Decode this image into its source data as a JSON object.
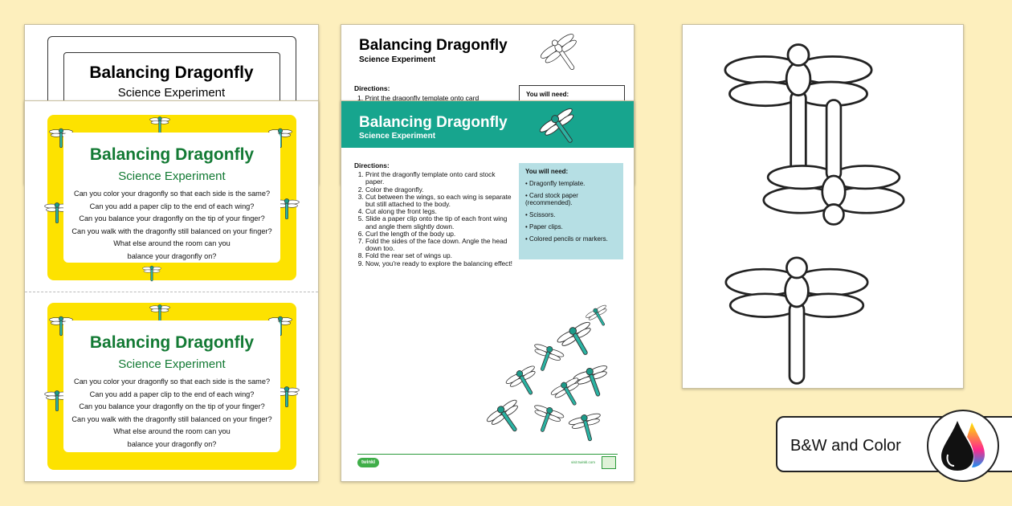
{
  "left_set": {
    "back_card": {
      "title": "Balancing Dragonfly",
      "subtitle": "Science Experiment"
    },
    "cards": [
      {
        "title": "Balancing Dragonfly",
        "subtitle": "Science Experiment",
        "questions": [
          "Can you color your dragonfly so that each side is the same?",
          "Can you add a paper clip to the end of each wing?",
          "Can you balance your dragonfly on the tip of your finger?",
          "Can you walk with the dragonfly still balanced on your finger?",
          "What else around the room can you balance your dragonfly on?"
        ]
      },
      {
        "title": "Balancing Dragonfly",
        "subtitle": "Science Experiment",
        "questions": [
          "Can you color your dragonfly so that each side is the same?",
          "Can you add a paper clip to the end of each wing?",
          "Can you balance your dragonfly on the tip of your finger?",
          "Can you walk with the dragonfly still balanced on your finger?",
          "What else around the room can you balance your dragonfly on?"
        ]
      }
    ],
    "card_color": "#fde200",
    "title_color": "#137a34"
  },
  "middle_set": {
    "back_page": {
      "title": "Balancing Dragonfly",
      "subtitle": "Science Experiment",
      "directions_label": "Directions:",
      "first_step": "1. Print the dragonfly template onto card",
      "need_label": "You will need:"
    },
    "front_page": {
      "title": "Balancing Dragonfly",
      "subtitle": "Science Experiment",
      "banner_color": "#17a58e",
      "directions_label": "Directions:",
      "steps": [
        "Print the dragonfly template onto card stock paper.",
        "Color the dragonfly.",
        "Cut between the wings, so each wing is separate but still attached to the body.",
        "Cut along the front legs.",
        "Slide a paper clip onto the tip of each front wing and angle them slightly down.",
        "Curl the length of the body up.",
        "Fold the sides of the face down. Angle the head down too.",
        "Fold the rear set of wings up.",
        "Now, you're ready to explore the balancing effect!"
      ],
      "need_label": "You will need:",
      "needs": [
        "Dragonfly template.",
        "Card stock paper (recommended).",
        "Scissors.",
        "Paper clips.",
        "Colored pencils or markers."
      ],
      "footer_logo": "twinkl",
      "footer_url": "visit twinkl.com"
    }
  },
  "badge": {
    "label": "B&W and Color",
    "icon": "ink-drops-icon"
  }
}
